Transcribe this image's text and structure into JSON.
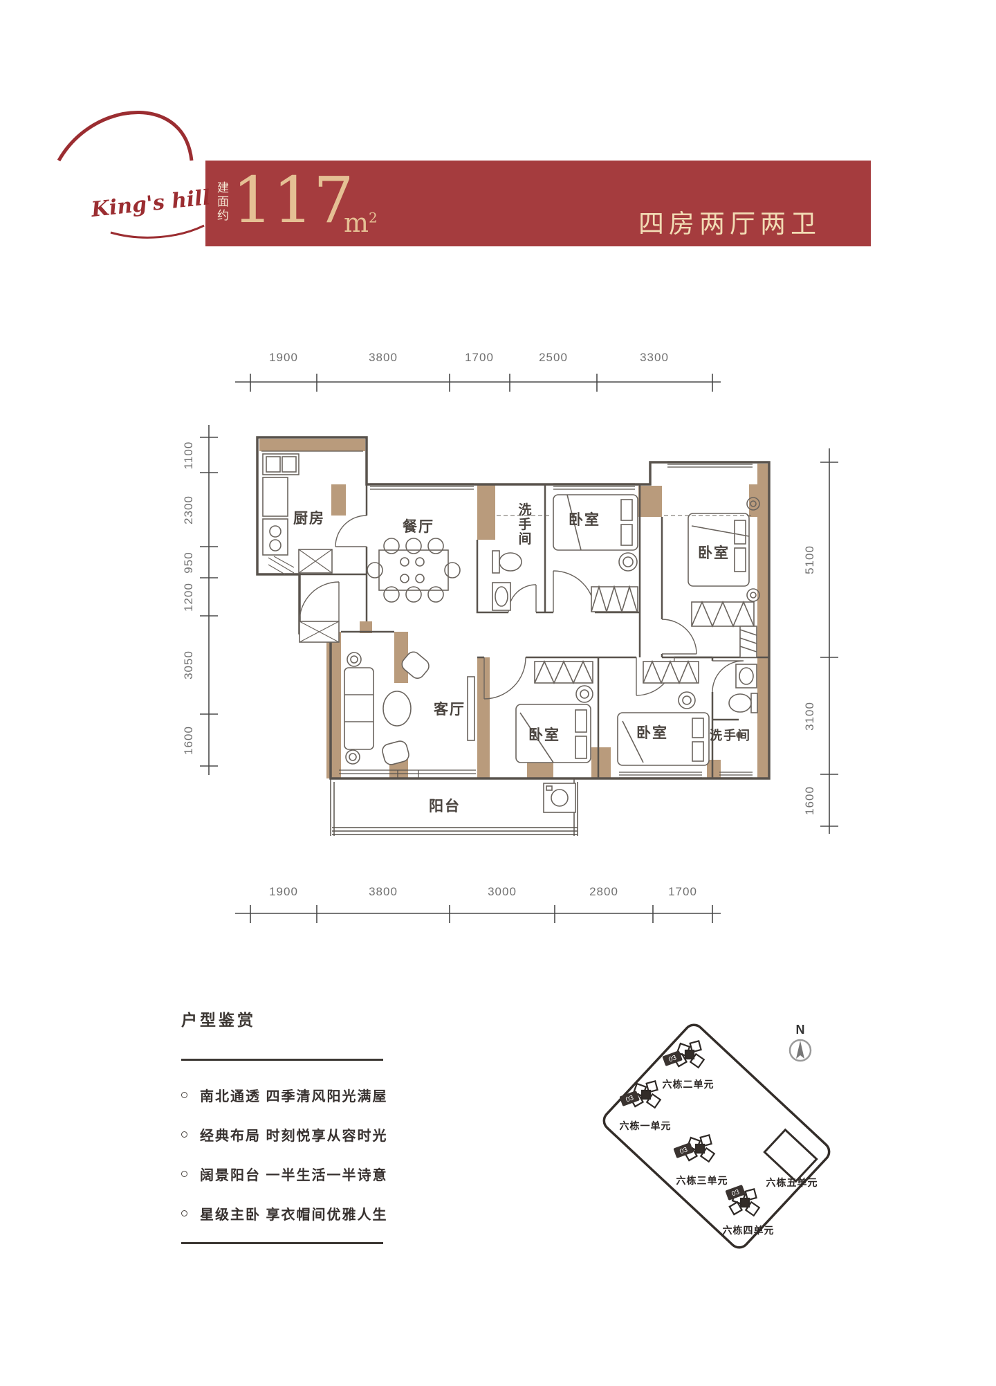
{
  "header": {
    "logo_text": "King's hill",
    "area_prefix": "建面约",
    "area_value": "117",
    "area_unit": "m",
    "area_sup": "2",
    "layout_label": "四房两厅两卫",
    "colors": {
      "banner_red": "#a53c3e",
      "logo_red": "#9b2d31",
      "gold": "#e5c094",
      "cream": "#f2dcb4"
    }
  },
  "plan": {
    "rooms": {
      "kitchen": "厨房",
      "dining": "餐厅",
      "bath_top": "洗手间",
      "bed_top": "卧室",
      "bed_master": "卧室",
      "living": "客厅",
      "bed_sw": "卧室",
      "bed_s": "卧室",
      "bath_s": "洗手间",
      "balcony": "阳台"
    },
    "dims": {
      "top": [
        "1900",
        "3800",
        "1700",
        "2500",
        "3300"
      ],
      "bottom": [
        "1900",
        "3800",
        "3000",
        "2800",
        "1700"
      ],
      "left": [
        "1100",
        "2300",
        "950",
        "1200",
        "3050",
        "1600"
      ],
      "right": [
        "5100",
        "3100",
        "1600"
      ]
    },
    "wall_color": "#b99b7c",
    "line_color": "#59534d"
  },
  "features": {
    "title": "户型鉴赏",
    "items": [
      "南北通透 四季清风阳光满屋",
      "经典布局 时刻悦享从容时光",
      "阔景阳台 一半生活一半诗意",
      "星级主卧 享衣帽间优雅人生"
    ]
  },
  "siteplan": {
    "north": "N",
    "badge": "03",
    "buildings": [
      "六栋一单元",
      "六栋二单元",
      "六栋三单元",
      "六栋四单元",
      "六栋五单元"
    ]
  }
}
